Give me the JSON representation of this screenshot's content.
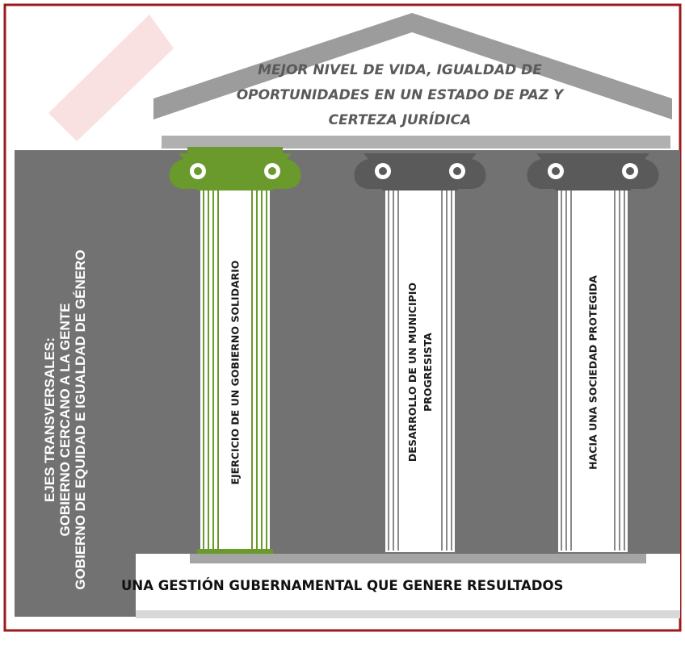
{
  "roof": {
    "line1": "MEJOR NIVEL DE VIDA, IGUALDAD DE",
    "line2": "OPORTUNIDADES EN UN ESTADO DE PAZ Y",
    "line3": "CERTEZA JURÍDICA"
  },
  "side": {
    "line1": "EJES TRANSVERSALES:",
    "line2": "GOBIERNO CERCANO A LA GENTE",
    "line3": "GOBIERNO DE EQUIDAD E IGUALDAD DE GÉNERO"
  },
  "pillars": [
    {
      "line1": "EJERCICIO DE UN GOBIERNO SOLIDARIO",
      "line2": "",
      "accent": "#6a9a2c"
    },
    {
      "line1": "DESARROLLO DE UN MUNICIPIO",
      "line2": "PROGRESISTA",
      "accent": "#5f5f5f"
    },
    {
      "line1": "HACIA UNA SOCIEDAD PROTEGIDA",
      "line2": "",
      "accent": "#5f5f5f"
    }
  ],
  "base": {
    "label": "UNA GESTIÓN GUBERNAMENTAL QUE GENERE RESULTADOS"
  },
  "colors": {
    "frame": "#9b1a1a",
    "background": "#727272",
    "roof": "#999999",
    "green": "#6a9a2c"
  }
}
